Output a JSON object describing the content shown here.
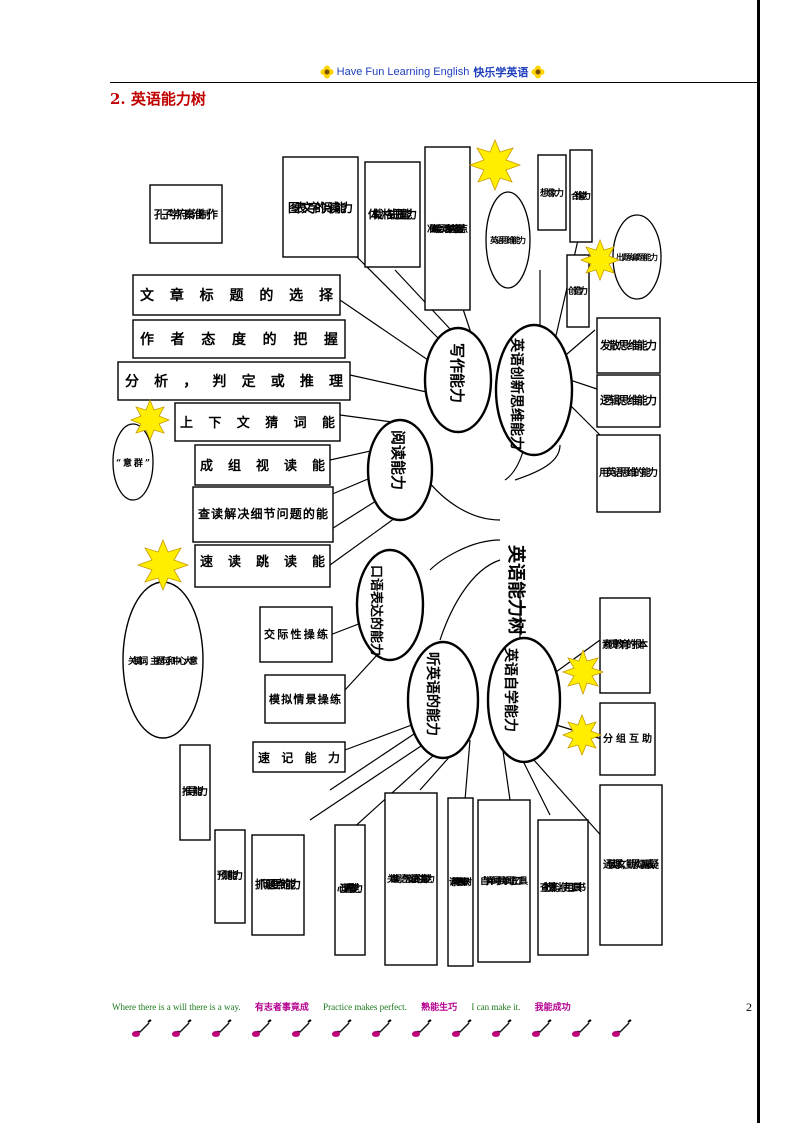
{
  "header": {
    "title_en": "Have Fun Learning English",
    "title_cn": "快乐学英语"
  },
  "section_title": "2. 英语能力树",
  "trunk": "英语能力树",
  "branches": {
    "reading": "阅读能力",
    "writing": "写作能力",
    "creative": "英语创新思维能力",
    "oral": "口语表达的能力",
    "listening": "听英语的能力",
    "selfstudy": "英语自学能力"
  },
  "reading_items": [
    "速读跳读能",
    "查读解决细节问题的能",
    "成组视读能",
    "上下文猜词能",
    "分析，判定或推理",
    "作者态度的把握",
    "文章标题的选择",
    "孔子学府秦淮制作"
  ],
  "writing_items": [
    "图表文字的阅读能力",
    "体裁、格式把握能力",
    "准确领会，灵活表达内容的要点"
  ],
  "creative_items": [
    "想像力",
    "合作能力",
    "创造力",
    "出题编题能力",
    "英语思维能力",
    "发散思维能力",
    "逻辑思维能力",
    "用英语思维的能力"
  ],
  "oral_items": [
    "交际性操练",
    "模拟情景操练"
  ],
  "listening_items": [
    "速记能力",
    "推导能力",
    "预测能力",
    "抓问题要点的能力",
    "心理调节能力",
    "关键词、语气及语调的注意能力"
  ],
  "selfstudy_items": [
    "素质教育的根本",
    "分组互助",
    "课前预习西知识树",
    "自学单词寻找单词记忆工具",
    "查找资料，使用工具书",
    "通读课文，勤思勾画质疑"
  ],
  "clouds": {
    "keywords": "关键词，主题句和中心大意",
    "group": "“意群”"
  },
  "footer": {
    "items": [
      {
        "en": "Where there is a will there is a way.",
        "cn": "有志者事竟成"
      },
      {
        "en": "Practice makes perfect.",
        "cn": "熟能生巧"
      },
      {
        "en": "I can make it.",
        "cn": "我能成功"
      }
    ],
    "page_number": "2"
  },
  "colors": {
    "header_blue": "#1f3fbf",
    "title_red": "#c00000",
    "footer_green": "#1a7a1a",
    "footer_magenta": "#b5008f",
    "star_yellow": "#ffee00"
  }
}
